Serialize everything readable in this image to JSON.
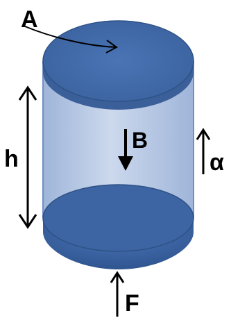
{
  "labels": {
    "area": "A",
    "height": "h",
    "field": "B",
    "alpha": "α",
    "force": "F"
  },
  "colors": {
    "cap": "#4169a6",
    "cap_rim": "#2e5286",
    "bottom_cap": "#3d64a3",
    "body": "#a9bddd",
    "body_edge": "#6f8fc4",
    "arrow": "#000000",
    "background": "#ffffff"
  }
}
